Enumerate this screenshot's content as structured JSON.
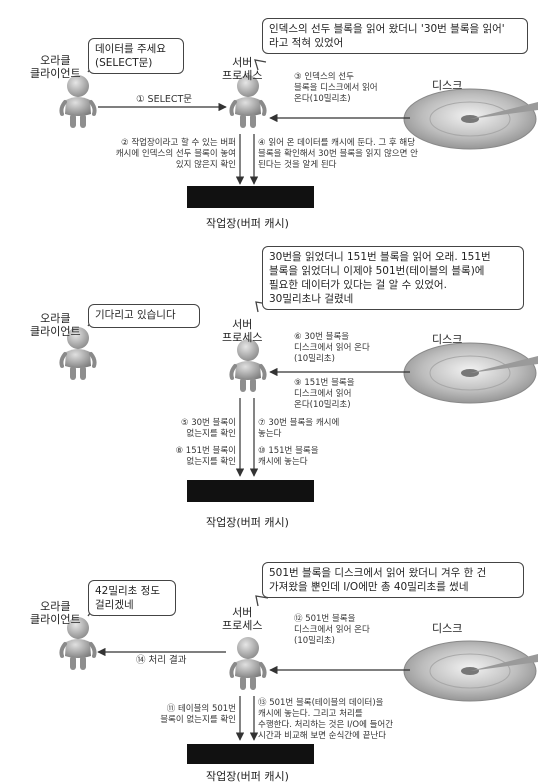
{
  "panels": [
    {
      "client_label": [
        "오라클",
        "클라이언트"
      ],
      "client_bubble": [
        "데이터를 주세요",
        "(SELECT문)"
      ],
      "server_label": [
        "서버",
        "프로세스"
      ],
      "server_bubble": [
        "인덱스의 선두 블록을 읽어 왔더니 '30번 블록을 읽어'",
        "라고 적혀 있었어"
      ],
      "disk_label": "디스크",
      "client_arrow_label": "① SELECT문",
      "disk_note": [
        "③ 인덱스의 선두",
        "블록을 디스크에서 읽어",
        "온다(10밀리초)"
      ],
      "left_notes": [
        [
          "② 작업장이라고 할 수 있는 버퍼",
          "캐시에 인덱스의 선두 블록이 놓여",
          "있지 않은지 확인"
        ]
      ],
      "right_notes": [
        [
          "④ 읽어 온 데이터를 캐시에 둔다. 그 후 해당",
          "블록을 확인해서 30번 블록을 읽지 않으면 안",
          "된다는 것을 알게 된다"
        ]
      ],
      "cache_label": "작업장(버퍼 캐시)"
    },
    {
      "client_label": [
        "오라클",
        "클라이언트"
      ],
      "client_bubble": [
        "기다리고 있습니다"
      ],
      "server_label": [
        "서버",
        "프로세스"
      ],
      "server_bubble": [
        "30번을 읽었더니 151번 블록을 읽어 오래. 151번",
        "블록을 읽었더니 이제야 501번(테이블의 블록)에",
        "필요한 데이터가 있다는 걸 알 수 있었어.",
        "30밀리초나 걸렸네"
      ],
      "disk_label": "디스크",
      "client_arrow_label": "",
      "disk_note": [
        "⑥ 30번 블록을",
        "디스크에서 읽어 온다",
        "(10밀리초)"
      ],
      "disk_note2": [
        "⑨ 151번 블록을",
        "디스크에서 읽어",
        "온다(10밀리초)"
      ],
      "left_notes": [
        [
          "⑤ 30번 블록이",
          "없는지를 확인"
        ],
        [
          "⑧ 151번 블록이",
          "없는지를 확인"
        ]
      ],
      "right_notes": [
        [
          "⑦ 30번 블록을 캐시에",
          "놓는다"
        ],
        [
          "⑩ 151번 블록을",
          "캐시에 놓는다"
        ]
      ],
      "cache_label": "작업장(버퍼 캐시)"
    },
    {
      "client_label": [
        "오라클",
        "클라이언트"
      ],
      "client_bubble": [
        "42밀리초 정도",
        "걸리겠네"
      ],
      "server_label": [
        "서버",
        "프로세스"
      ],
      "server_bubble": [
        "501번 블록을 디스크에서 읽어 왔더니 겨우 한 건",
        "가져왔을 뿐인데 I/O에만 총 40밀리초를 썼네"
      ],
      "disk_label": "디스크",
      "client_arrow_label": "⑭ 처리 결과",
      "disk_note": [
        "⑫ 501번 블록을",
        "디스크에서 읽어 온다",
        "(10밀리초)"
      ],
      "left_notes": [
        [
          "⑪ 테이블의 501번",
          "블록이 없는지를 확인"
        ]
      ],
      "right_notes": [
        [
          "⑬ 501번 블록(테이블의 데이터)을",
          "캐시에 놓는다. 그리고 처리를",
          "수행한다. 처리하는 것은 I/O에 들어간",
          "시간과 비교해 보면 순식간에 끝난다"
        ]
      ],
      "cache_label": "작업장(버퍼 캐시)"
    }
  ]
}
